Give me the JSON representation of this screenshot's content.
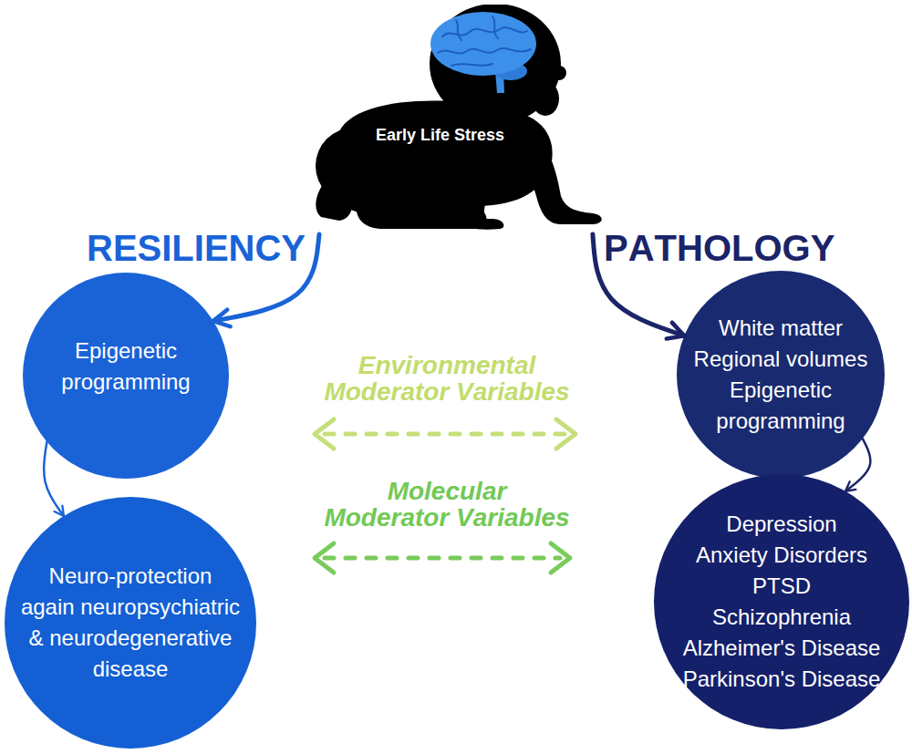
{
  "diagram": {
    "nodes": [
      {
        "text": [
          "Early Life Stress"
        ]
      },
      {
        "text": [
          "Epigenetic programming"
        ]
      },
      {
        "text": [
          "Neuro-protection again neuropsychiatric & neurodegenerative disease"
        ]
      },
      {
        "text": [
          "White matter",
          "Regional volumes",
          "Epigenetic programming"
        ]
      },
      {
        "text": [
          "Depression",
          "Anxiety Disorders",
          "PTSD",
          "Schizophrenia",
          "Alzheimer's Disease",
          "Parkinson's Disease"
        ]
      }
    ],
    "edges": [
      {
        "from": 0,
        "to": 1,
        "arrow": "to",
        "label": "RESILIENCY"
      },
      {
        "from": 0,
        "to": 3,
        "arrow": "to",
        "label": "PATHOLOGY"
      },
      {
        "from": 1,
        "to": 2,
        "arrow": "to"
      },
      {
        "from": 3,
        "to": 4,
        "arrow": "to"
      }
    ],
    "labels": [
      "Environmental Moderator Variables",
      "Molecular Moderator Variables"
    ]
  }
}
